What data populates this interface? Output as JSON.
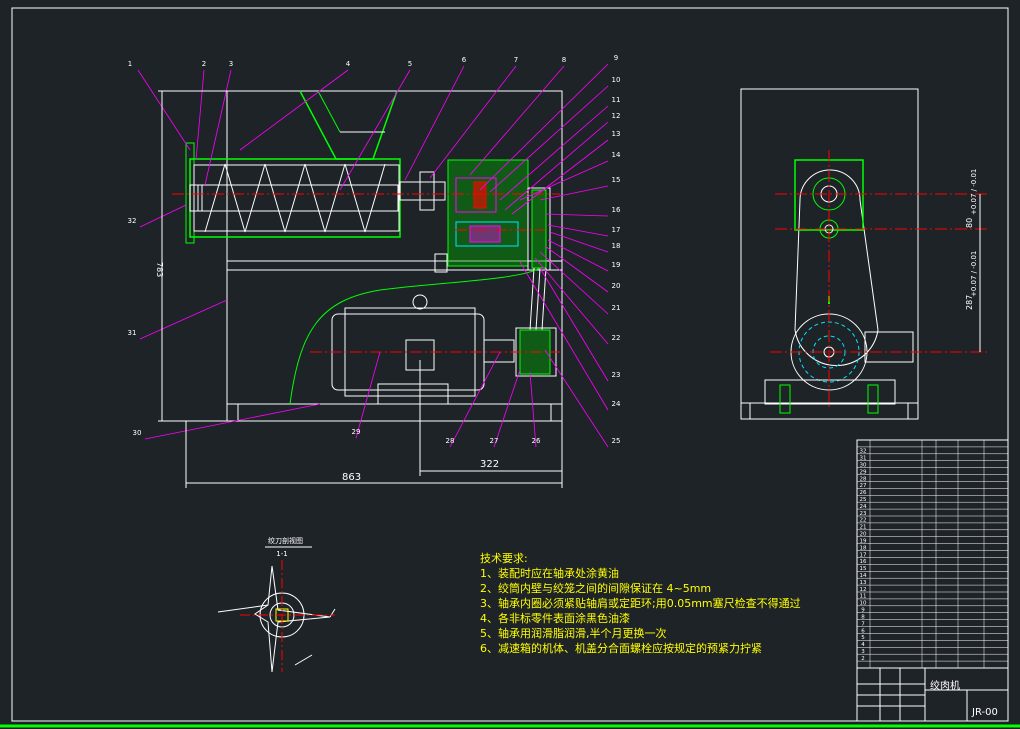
{
  "drawing": {
    "title": "绞肉机",
    "code": "JR-00",
    "section_label": "绞刀剖视图",
    "section_mark": "1-1"
  },
  "dimensions": {
    "overall_width": "863",
    "motor_offset": "322",
    "frame_height": "783",
    "side_dim_1": "80",
    "side_dim_1_tol": "+0.07 / -0.01",
    "side_dim_2": "287",
    "side_dim_2_tol": "+0.07 / -0.01"
  },
  "balloons": [
    "1",
    "2",
    "3",
    "4",
    "5",
    "6",
    "7",
    "8",
    "9",
    "10",
    "11",
    "12",
    "13",
    "14",
    "15",
    "16",
    "17",
    "18",
    "19",
    "20",
    "21",
    "22",
    "23",
    "24",
    "25",
    "26",
    "27",
    "28",
    "29",
    "30",
    "31",
    "32"
  ],
  "tech_requirements": {
    "heading": "技术要求:",
    "items": [
      "1、装配时应在轴承处涂黄油",
      "2、绞筒内壁与绞笼之间的间隙保证在 4~5mm",
      "3、轴承内圈必须紧贴轴肩或定距环;用0.05mm塞尺检查不得通过",
      "4、各非标零件表面涂黑色油漆",
      "5、轴承用润滑脂润滑,半个月更换一次",
      "6、减速箱的机体、机盖分合面螺栓应按规定的预紧力拧紧"
    ]
  },
  "colors": {
    "background": "#1e2328",
    "outline": "#ffffff",
    "part": "#00ff00",
    "leader": "#ff00ff",
    "center": "#ff0000",
    "hidden": "#00e5ff",
    "note": "#ffff00"
  }
}
